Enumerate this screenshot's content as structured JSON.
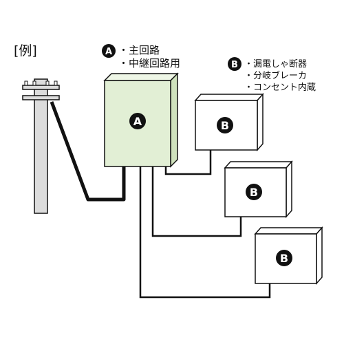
{
  "example_label": "[例]",
  "legend": {
    "a": {
      "badge": "A",
      "lines": [
        "・主回路",
        "・中継回路用"
      ]
    },
    "b": {
      "badge": "B",
      "lines": [
        "・漏電しゃ断器",
        "・分岐ブレーカ",
        "・コンセント内蔵"
      ]
    }
  },
  "main_box": {
    "badge": "A",
    "fill_color": "#e2efd5"
  },
  "branch_boxes": [
    {
      "badge": "B"
    },
    {
      "badge": "B"
    },
    {
      "badge": "B"
    }
  ],
  "colors": {
    "line": "#111111",
    "pole": "#dcdcdc",
    "box_fill": "#ffffff"
  }
}
